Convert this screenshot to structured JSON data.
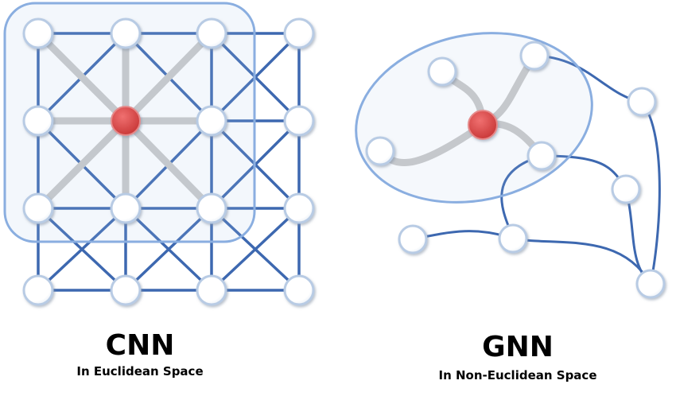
{
  "cnn": {
    "title": "CNN",
    "subtitle": "In Euclidean Space"
  },
  "gnn": {
    "title": "GNN",
    "subtitle": "In Non-Euclidean Space"
  },
  "colors": {
    "edge": "#3d68b0",
    "neighbor_edge": "#c9c9c9",
    "node_fill": "#ffffff",
    "node_stroke": "#b8cbe4",
    "center_node": "#d94a4a",
    "receptive_field": "#8aaee0"
  }
}
